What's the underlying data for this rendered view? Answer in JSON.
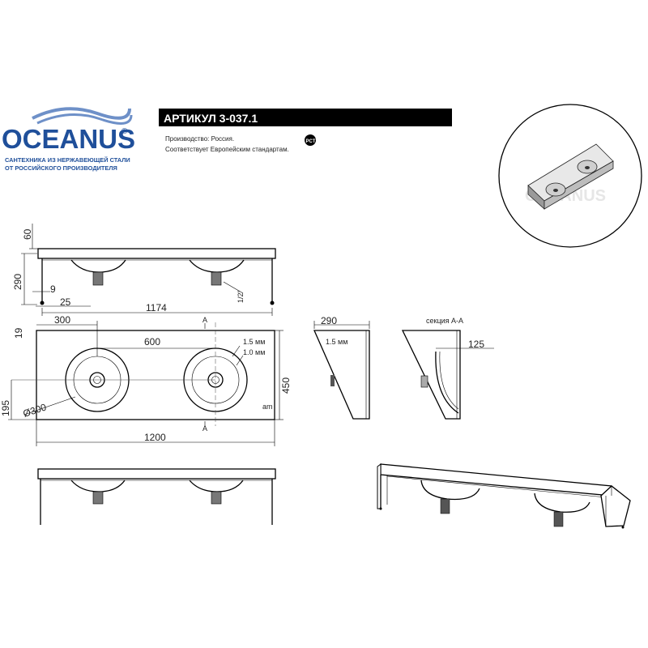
{
  "brand": {
    "name": "OCEANUS",
    "reg": "®",
    "tagline_1": "САНТЕХНИКА ИЗ НЕРЖАВЕЮЩЕЙ СТАЛИ",
    "tagline_2": "ОТ РОССИЙСКОГО ПРОИЗВОДИТЕЛЯ",
    "color": "#1f4f9a",
    "wave_color": "#6e90c8"
  },
  "header": {
    "article": "АРТИКУЛ 3-037.1",
    "line_1": "Производство: Россия.",
    "line_2": "Соответствует Европейским стандартам.",
    "cert_mark": "PCT"
  },
  "preview": {
    "watermark": "OCEANUS"
  },
  "dims": {
    "d60": "60",
    "d290": "290",
    "d9": "9",
    "d25": "25",
    "d1174": "1174",
    "d19": "19",
    "d300": "300",
    "d600": "600",
    "mm15": "1.5 мм",
    "mm10": "1.0 мм",
    "d450": "450",
    "d195": "195",
    "dia300": "Ø300",
    "d1200": "1200",
    "section_mark": "A",
    "side_290": "290",
    "side_mm": "1.5 мм",
    "section_label": "секция А-А",
    "d125": "125"
  }
}
